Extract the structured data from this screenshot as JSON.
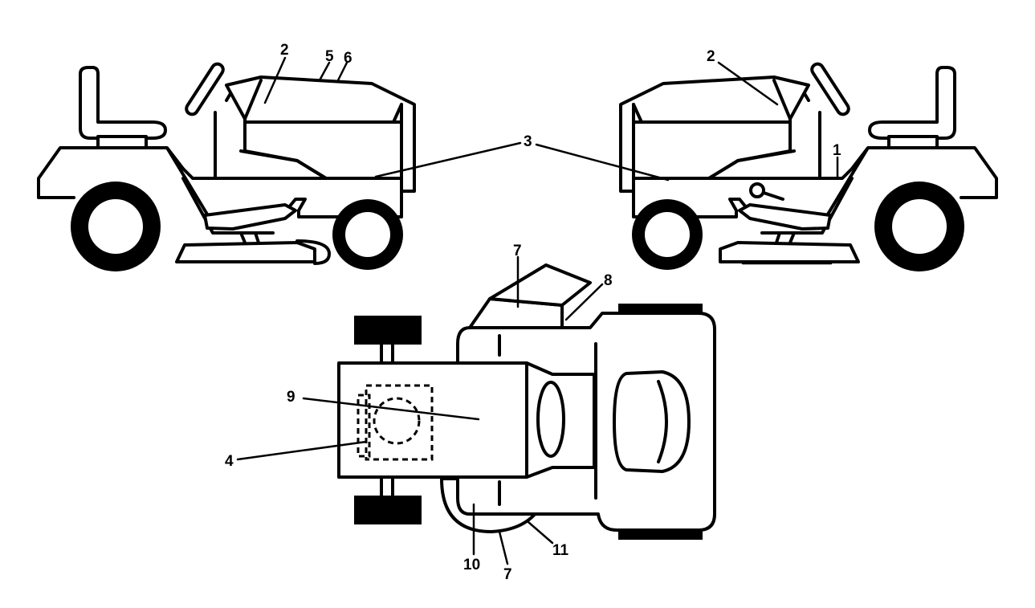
{
  "callouts": {
    "c1": "1",
    "c2_left": "2",
    "c2_right": "2",
    "c3": "3",
    "c4": "4",
    "c5": "5",
    "c6": "6",
    "c7_top": "7",
    "c7_bottom": "7",
    "c8": "8",
    "c9": "9",
    "c10": "10",
    "c11": "11"
  }
}
